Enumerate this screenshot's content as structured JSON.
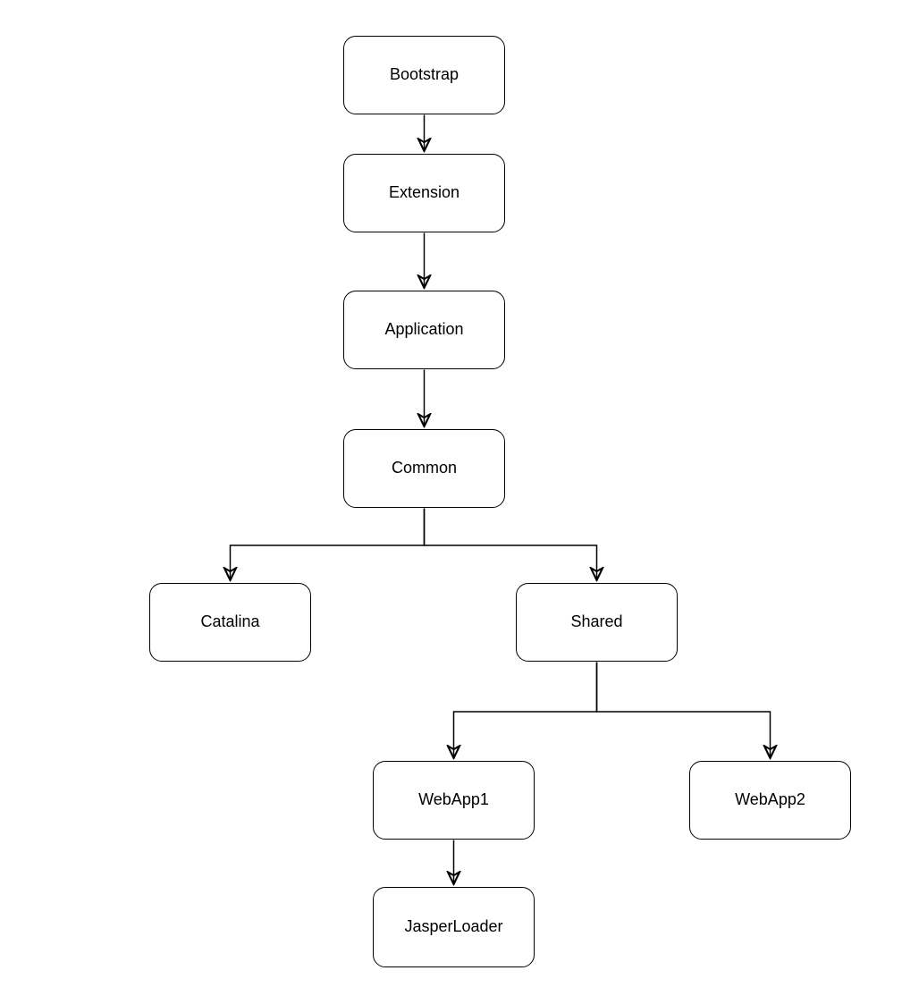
{
  "diagram": {
    "type": "flowchart",
    "colors": {
      "background": "#ffffff",
      "node_fill": "#ffffff",
      "node_border": "#000000",
      "text": "#000000",
      "connector": "#000000"
    },
    "nodes": {
      "bootstrap": {
        "label": "Bootstrap"
      },
      "extension": {
        "label": "Extension"
      },
      "application": {
        "label": "Application"
      },
      "common": {
        "label": "Common"
      },
      "catalina": {
        "label": "Catalina"
      },
      "shared": {
        "label": "Shared"
      },
      "webapp1": {
        "label": "WebApp1"
      },
      "webapp2": {
        "label": "WebApp2"
      },
      "jasperloader": {
        "label": "JasperLoader"
      }
    },
    "edges": [
      {
        "from": "Bootstrap",
        "to": "Extension",
        "arrow": "filled-triangle"
      },
      {
        "from": "Extension",
        "to": "Application",
        "arrow": "filled-triangle"
      },
      {
        "from": "Application",
        "to": "Common",
        "arrow": "filled-triangle"
      },
      {
        "from": "Common",
        "to": "Catalina",
        "arrow": "filled-triangle"
      },
      {
        "from": "Common",
        "to": "Shared",
        "arrow": "filled-triangle"
      },
      {
        "from": "Shared",
        "to": "WebApp1",
        "arrow": "filled-triangle"
      },
      {
        "from": "Shared",
        "to": "WebApp2",
        "arrow": "filled-triangle"
      },
      {
        "from": "WebApp1",
        "to": "JasperLoader",
        "arrow": "filled-triangle"
      }
    ]
  }
}
